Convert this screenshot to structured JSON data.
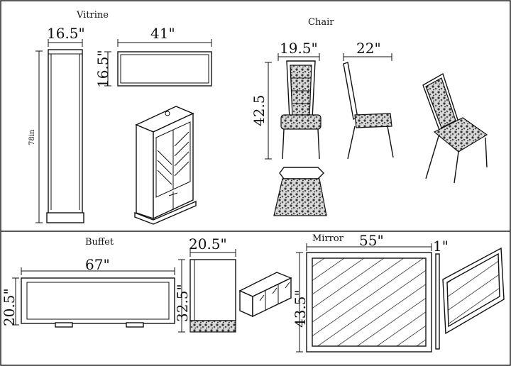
{
  "sections": {
    "vitrine": "Vitrine",
    "chair": "Chair",
    "buffet": "Buffet",
    "mirror": "Mirror"
  },
  "dimensions": {
    "vitrine_width": "16.5\"",
    "vitrine_top_width": "41\"",
    "vitrine_top_depth": "16.5\"",
    "vitrine_height": "78in",
    "chair_width": "19.5\"",
    "chair_depth": "22\"",
    "chair_height": "42.5",
    "buffet_width": "67\"",
    "buffet_height": "20.5\"",
    "buffet_depth": "20.5\"",
    "buffet_side_height": "32.5\"",
    "mirror_width": "55\"",
    "mirror_depth": "1\"",
    "mirror_height": "43.5\""
  }
}
